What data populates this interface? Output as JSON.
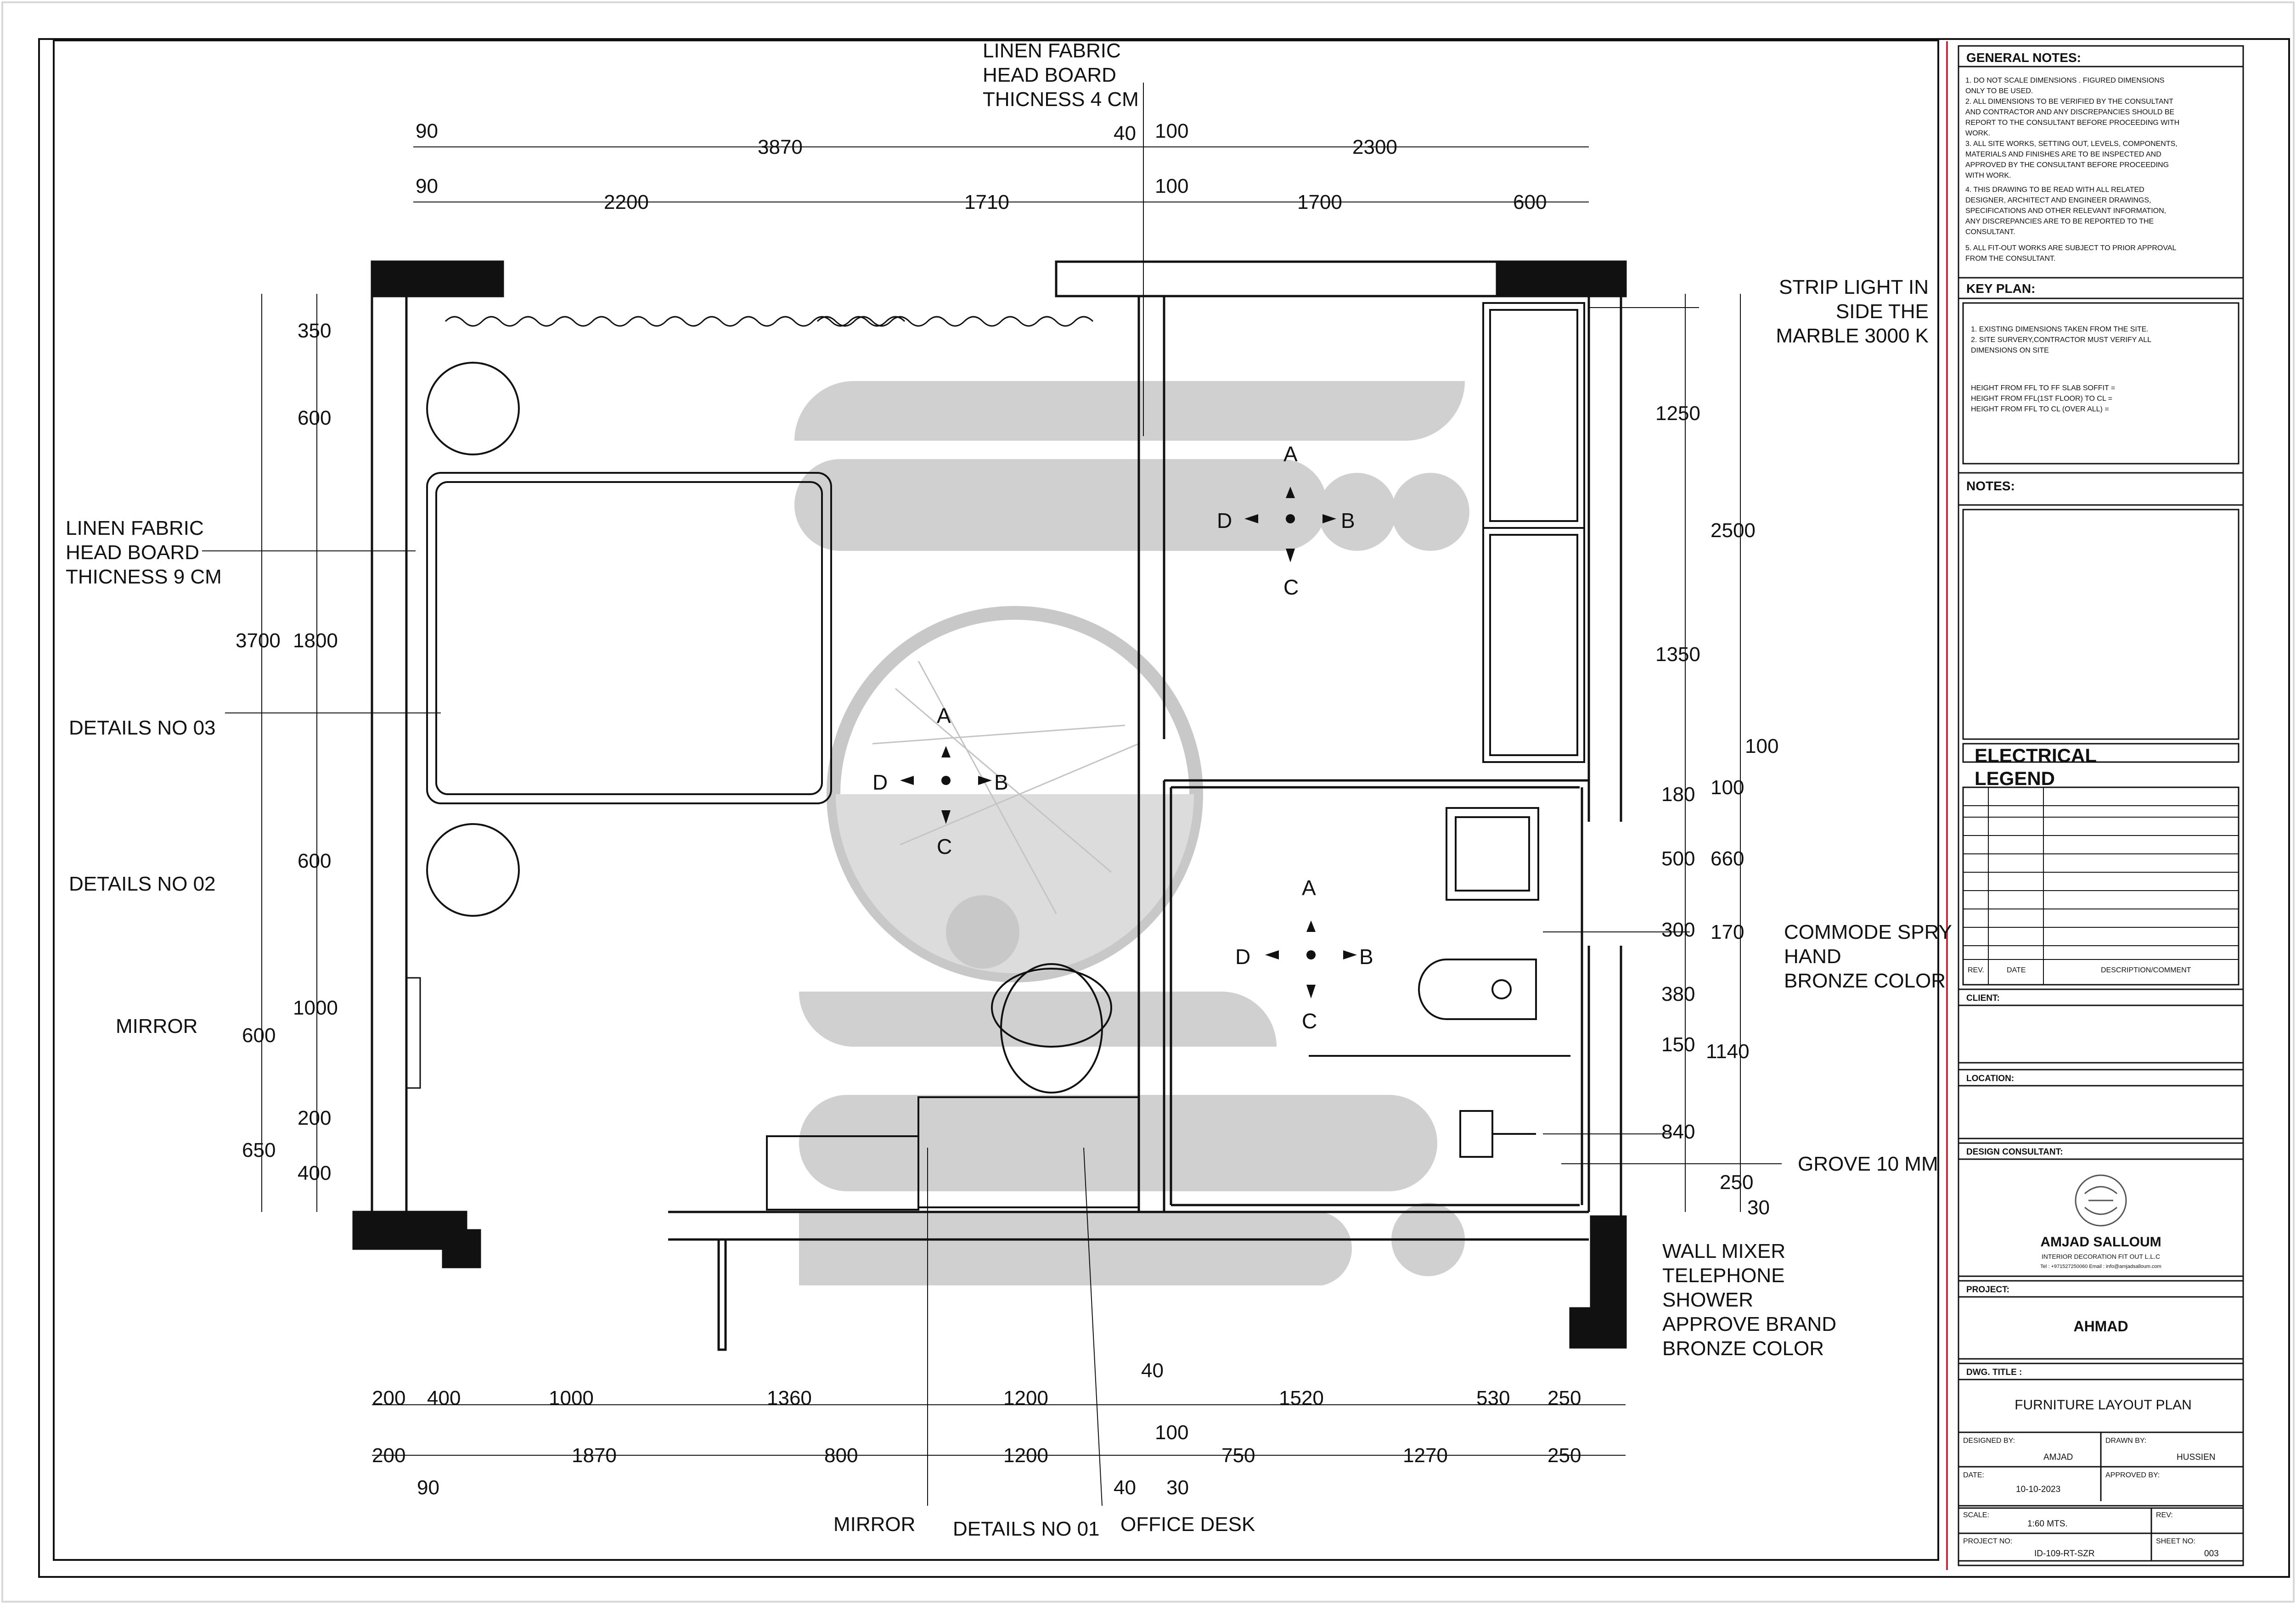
{
  "drawing": {
    "labels": {
      "headboard_top": [
        "LINEN FABRIC",
        "HEAD BOARD",
        "THICNESS 4 CM"
      ],
      "headboard_left": [
        "LINEN FABRIC",
        "HEAD BOARD",
        "THICNESS 9 CM"
      ],
      "details_03": "DETAILS NO 03",
      "details_02": "DETAILS NO 02",
      "mirror_left": "MIRROR",
      "strip_light": [
        "STRIP LIGHT IN",
        "SIDE THE",
        "MARBLE  3000 K"
      ],
      "commode_spray": [
        "COMMODE SPRY",
        "HAND",
        "BRONZE COLOR"
      ],
      "grove": "GROVE 10 MM",
      "wall_mixer": [
        "WALL MIXER",
        "TELEPHONE",
        "SHOWER",
        "APPROVE BRAND",
        "BRONZE COLOR"
      ],
      "mirror_bottom": "MIRROR",
      "details_01": "DETAILS NO 01",
      "office_desk": "OFFICE DESK"
    },
    "section_markers": [
      {
        "a": "A",
        "b": "B",
        "c": "C",
        "d": "D"
      },
      {
        "a": "A",
        "b": "B",
        "c": "C",
        "d": "D"
      },
      {
        "a": "A",
        "b": "B",
        "c": "C",
        "d": "D"
      }
    ],
    "dims_top_row1": [
      "90",
      "3870",
      "40",
      "100",
      "2300"
    ],
    "dims_top_row2": [
      "90",
      "2200",
      "1710",
      "100",
      "1700",
      "600"
    ],
    "dims_left_outer": [
      "3700",
      "600",
      "650"
    ],
    "dims_left_inner": [
      "350",
      "600",
      "1800",
      "600",
      "1000",
      "200",
      "400"
    ],
    "dims_right_a": [
      "1250",
      "1350",
      "180",
      "500",
      "300",
      "380",
      "150",
      "840",
      "250",
      "30"
    ],
    "dims_right_b": [
      "2500",
      "100",
      "100",
      "660",
      "170",
      "1140"
    ],
    "dims_bottom_row1": [
      "200",
      "400",
      "1000",
      "1360",
      "1200",
      "40",
      "1520",
      "530",
      "250"
    ],
    "dims_bottom_row2": [
      "200",
      "1870",
      "800",
      "1200",
      "100",
      "750",
      "1270",
      "250"
    ],
    "dims_bottom_extra": [
      "90",
      "40",
      "30"
    ]
  },
  "title_block": {
    "general_notes_title": "GENERAL NOTES:",
    "general_notes": [
      "1. DO  NOT  SCALE DIMENSIONS . FIGURED  DIMENSIONS",
      "ONLY TO  BE USED.",
      "2. ALL DIMENSIONS TO BE VERIFIED BY THE CONSULTANT",
      "AND CONTRACTOR AND ANY DISCREPANCIES SHOULD BE",
      "REPORT TO THE CONSULTANT BEFORE PROCEEDING WITH",
      "WORK.",
      "3. ALL SITE WORKS, SETTING OUT, LEVELS, COMPONENTS,",
      "MATERIALS AND FINISHES ARE TO BE INSPECTED AND",
      "APPROVED BY THE CONSULTANT BEFORE PROCEEDING",
      "WITH WORK.",
      "4. THIS DRAWING TO BE READ WITH ALL RELATED",
      "DESIGNER, ARCHITECT AND ENGINEER DRAWINGS,",
      "SPECIFICATIONS AND OTHER RELEVANT INFORMATION,",
      "ANY DISCREPANCIES ARE TO BE REPORTED TO THE",
      "CONSULTANT.",
      "5. ALL FIT-OUT WORKS ARE SUBJECT TO PRIOR APPROVAL",
      "FROM THE CONSULTANT."
    ],
    "key_plan_title": "KEY PLAN:",
    "key_plan_notes": [
      "1. EXISTING DIMENSIONS TAKEN FROM THE SITE.",
      "2. SITE SURVERY,CONTRACTOR MUST VERIFY ALL",
      "DIMENSIONS ON SITE",
      "HEIGHT FROM FFL TO FF SLAB SOFFIT =",
      "HEIGHT FROM FFL(1ST FLOOR) TO CL =",
      "HEIGHT FROM FFL TO CL (OVER ALL) ="
    ],
    "notes_title": "NOTES:",
    "electrical_legend": [
      "ELECTRICAL",
      "LEGEND"
    ],
    "rev_headers": [
      "REV.",
      "DATE",
      "DESCRIPTION/COMMENT"
    ],
    "client_title": "CLIENT:",
    "location_title": "LOCATION:",
    "design_consultant_title": "DESIGN CONSULTANT:",
    "consultant_name": "AMJAD SALLOUM",
    "consultant_tagline": "INTERIOR DECORATION FIT OUT L.L.C",
    "consultant_contact": "Tel : +971527250060          Email : info@amjadsalloum.com",
    "project_title": "PROJECT:",
    "project_name": "AHMAD",
    "dwg_title_label": "DWG. TITLE :",
    "dwg_title": "FURNITURE  LAYOUT PLAN",
    "designed_by_label": "DESIGNED BY:",
    "designed_by": "AMJAD",
    "drawn_by_label": "DRAWN BY:",
    "drawn_by": "HUSSIEN",
    "date_label": "DATE:",
    "date": "10-10-2023",
    "approved_by_label": "APPROVED BY:",
    "approved_by": "",
    "scale_label": "SCALE:",
    "scale": "1:60 MTS.",
    "rev_label": "REV:",
    "rev": "",
    "project_no_label": "PROJECT NO:",
    "project_no": "ID-109-RT-SZR",
    "sheet_no_label": "SHEET NO:",
    "sheet_no": "003"
  }
}
